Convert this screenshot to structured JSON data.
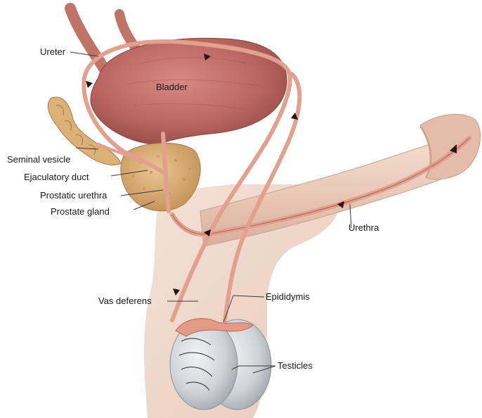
{
  "diagram": {
    "labels": {
      "ureter": "Ureter",
      "bladder": "Bladder",
      "seminal_vesicle": "Seminal vesicle",
      "ejaculatory_duct": "Ejaculatory duct",
      "prostatic_urethra": "Prostatic urethra",
      "prostate_gland": "Prostate gland",
      "urethra": "Urethra",
      "vas_deferens": "Vas deferens",
      "epididymis": "Epididymis",
      "testicles": "Testicles"
    },
    "colors": {
      "background": "#ffffff",
      "skin": "#efd5c6",
      "skin_shadow": "#e2bfae",
      "penis": "#e9c8b6",
      "bladder": "#b8655f",
      "bladder_dark": "#9c4e49",
      "duct": "#e2a08e",
      "duct_edge": "#a86454",
      "prostate": "#d9ad74",
      "seminal_vesicle": "#dcb178",
      "testicle": "#c8cdd3",
      "epididymis": "#e49b86"
    }
  }
}
